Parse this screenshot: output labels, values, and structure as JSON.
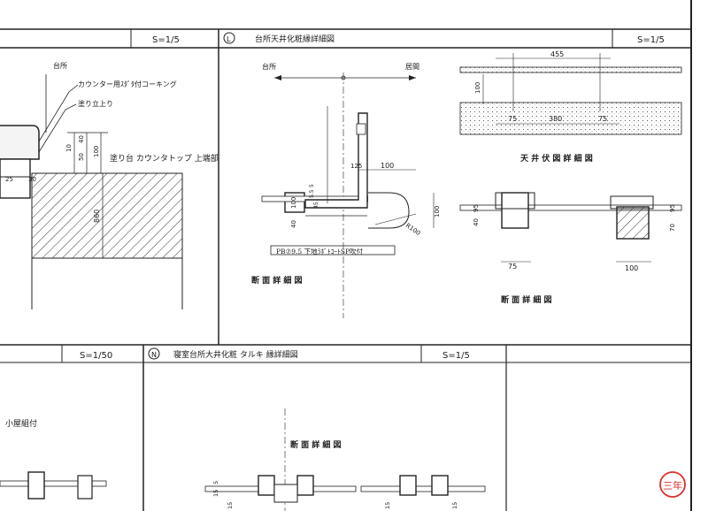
{
  "upper_left": {
    "scale": "S=1/5",
    "room": "台所"
  },
  "upper_left_notes": {
    "note1": "カウンター用ｽﾀﾞﾀ付コーキング",
    "note2": "塗り立上り",
    "note3": "塗り台 カウンタトップ 上端部"
  },
  "upper_left_dims": {
    "d10": "10",
    "d40": "40",
    "d50": "50",
    "d100": "100",
    "d25": "25",
    "d30": "30",
    "d860": "860"
  },
  "sheet_L": {
    "marker": "L",
    "title": "台所天井化粧縁詳細図",
    "scale": "S=1/5",
    "room_left": "台所",
    "room_right": "居間",
    "note_board": "PB⑦9.5 下地ﾗﾎﾞﾄｺｰﾄSP吹付",
    "section_label": "断 面 詳 細 図",
    "ceiling_label": "天 井 伏 図 詳 細 図",
    "section_label2": "断 面 詳 細 図"
  },
  "sheet_L_dims": {
    "d125": "125",
    "d100a": "100",
    "d55": "5.5",
    "d5": "5",
    "d45": "45",
    "d100b": "100",
    "d40": "40",
    "d100c": "100",
    "r100": "R100",
    "d455": "455",
    "d100d": "100",
    "d75a": "75",
    "d380": "380",
    "d75b": "75",
    "d95a": "95",
    "d40b": "40",
    "d75c": "75",
    "d95b": "95",
    "d70": "70",
    "d100e": "100"
  },
  "lower_left": {
    "scale": "S=1/50",
    "note": "小屋組付"
  },
  "sheet_N": {
    "marker": "N",
    "title": "寝室台所大井化粧 タルキ 縁詳細図",
    "scale": "S=1/5",
    "section_label": "断 面 詳 細 図",
    "d15a": "15",
    "d5b": "5",
    "d15b": "15",
    "d15c": "15",
    "d15d": "15"
  },
  "stamp": {
    "text": "三年"
  }
}
